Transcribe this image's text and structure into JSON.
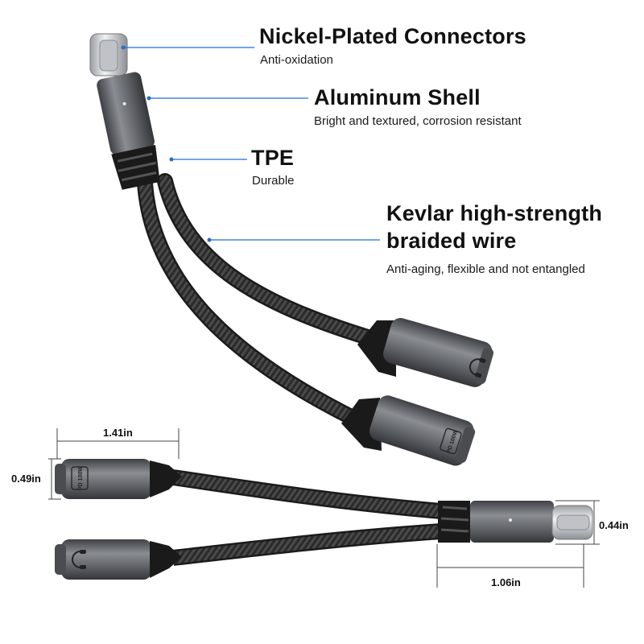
{
  "callouts": [
    {
      "title": "Nickel-Plated Connectors",
      "subtitle": "Anti-oxidation"
    },
    {
      "title": "Aluminum Shell",
      "subtitle": "Bright and textured, corrosion resistant"
    },
    {
      "title": "TPE",
      "subtitle": "Durable"
    },
    {
      "title_line1": "Kevlar high-strength",
      "title_line2": "braided wire",
      "subtitle": "Anti-aging, flexible and not entangled"
    }
  ],
  "dimensions": {
    "female_length": "1.41in",
    "female_height": "0.49in",
    "male_height": "0.44in",
    "male_length": "1.06in"
  },
  "connector_marks": {
    "pd_label": "PD 100W"
  },
  "colors": {
    "leader_line": "#1f6fd1",
    "shell": "#6b6e73",
    "cable": "#2b2b2b"
  },
  "icons": [
    "headphone-icon"
  ]
}
